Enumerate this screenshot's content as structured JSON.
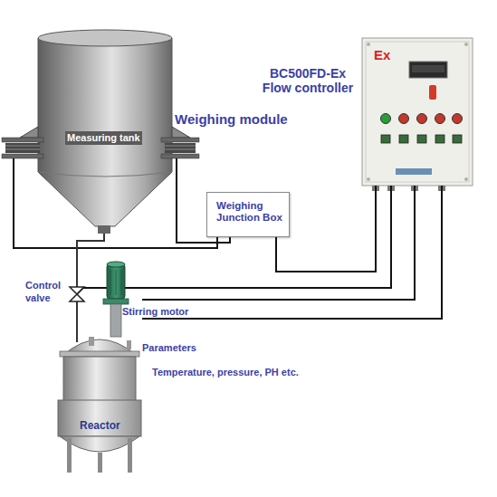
{
  "diagram": {
    "nodes": [
      {
        "text": [
          "Measuring tank"
        ]
      },
      {
        "text": [
          "BC500FD-Ex Flow controller",
          "Ex"
        ]
      },
      {
        "text": [
          "Weighing Junction Box"
        ]
      },
      {
        "text": [
          "Reactor"
        ]
      }
    ],
    "edges": [
      {
        "from": 0,
        "to": 2,
        "arrow": "none"
      },
      {
        "from": 0,
        "to": 2,
        "arrow": "none"
      },
      {
        "from": 2,
        "to": 1,
        "arrow": "none"
      },
      {
        "from": 0,
        "to": 3,
        "arrow": "none"
      },
      {
        "from": 1,
        "to": 3,
        "arrow": "none"
      },
      {
        "from": 1,
        "to": 3,
        "arrow": "none"
      }
    ],
    "labels": [
      "Weighing module",
      "Control valve",
      "Stirring motor",
      "Parameters",
      "Temperature, pressure, PH etc."
    ]
  }
}
